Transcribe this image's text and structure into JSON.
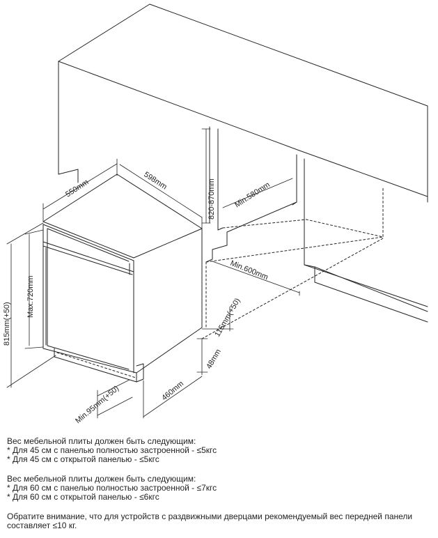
{
  "dimensions": {
    "depth": "550mm",
    "width": "598mm",
    "niche_height": "820-870mm",
    "min_depth": "Min.580mm",
    "min_width": "Min.600mm",
    "adjust_115": "115mm(+50)",
    "panel_48": "48mm",
    "door_460": "460mm",
    "plinth_min95": "Min.95mm(+50)",
    "total_815": "815mm(+50)",
    "max_720": "Max.720mm"
  },
  "notes": {
    "block1": {
      "heading": "Вес мебельной плиты должен быть следующим:",
      "line1": "* Для 45 см с панелью полностью застроенной - ≤5кгс",
      "line2": "* Для 45 см с открытой панелью - ≤5кгс"
    },
    "block2": {
      "heading": "Вес мебельной плиты должен быть следующим:",
      "line1": "* Для 60 см с панелью полностью застроенной - ≤7кгс",
      "line2": "* Для 60 см с открытой панелью - ≤6кгс"
    },
    "remark": "Обратите внимание, что для устройств с раздвижными дверцами рекомендуемый вес передней панели составляет ≤10 кг."
  }
}
